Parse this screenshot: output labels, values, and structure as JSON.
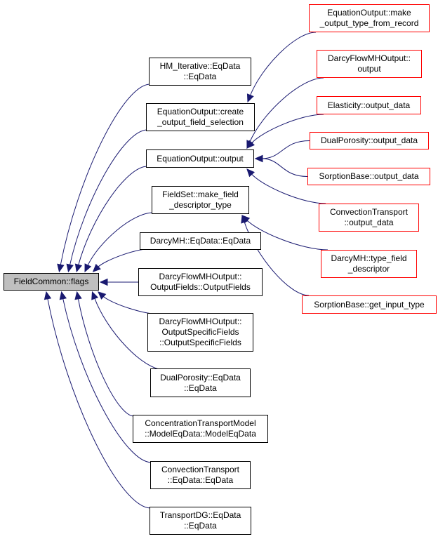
{
  "diagram": {
    "root": {
      "id": "root",
      "label": "FieldCommon::flags"
    },
    "nodes": [
      {
        "id": "hm",
        "label": "HM_Iterative::EqData\n::EqData",
        "style": "black"
      },
      {
        "id": "create",
        "label": "EquationOutput::create\n_output_field_selection",
        "style": "black"
      },
      {
        "id": "output",
        "label": "EquationOutput::output",
        "style": "black"
      },
      {
        "id": "fieldset",
        "label": "FieldSet::make_field\n_descriptor_type",
        "style": "black"
      },
      {
        "id": "darcymh",
        "label": "DarcyMH::EqData::EqData",
        "style": "black"
      },
      {
        "id": "outfields",
        "label": "DarcyFlowMHOutput::\nOutputFields::OutputFields",
        "style": "black"
      },
      {
        "id": "outspec",
        "label": "DarcyFlowMHOutput::\nOutputSpecificFields\n::OutputSpecificFields",
        "style": "black"
      },
      {
        "id": "dualeq",
        "label": "DualPorosity::EqData\n::EqData",
        "style": "black"
      },
      {
        "id": "conc",
        "label": "ConcentrationTransportModel\n::ModelEqData::ModelEqData",
        "style": "black"
      },
      {
        "id": "conveq",
        "label": "ConvectionTransport\n::EqData::EqData",
        "style": "black"
      },
      {
        "id": "tdg",
        "label": "TransportDG::EqData\n::EqData",
        "style": "black"
      },
      {
        "id": "makeout",
        "label": "EquationOutput::make\n_output_type_from_record",
        "style": "red"
      },
      {
        "id": "dfout",
        "label": "DarcyFlowMHOutput::\noutput",
        "style": "red"
      },
      {
        "id": "elast",
        "label": "Elasticity::output_data",
        "style": "red"
      },
      {
        "id": "dualout",
        "label": "DualPorosity::output_data",
        "style": "red"
      },
      {
        "id": "sorpout",
        "label": "SorptionBase::output_data",
        "style": "red"
      },
      {
        "id": "convout",
        "label": "ConvectionTransport\n::output_data",
        "style": "red"
      },
      {
        "id": "typefield",
        "label": "DarcyMH::type_field\n_descriptor",
        "style": "red"
      },
      {
        "id": "getinput",
        "label": "SorptionBase::get_input_type",
        "style": "red"
      }
    ],
    "edges": [
      [
        "hm",
        "root"
      ],
      [
        "create",
        "root"
      ],
      [
        "output",
        "root"
      ],
      [
        "fieldset",
        "root"
      ],
      [
        "darcymh",
        "root"
      ],
      [
        "outfields",
        "root"
      ],
      [
        "outspec",
        "root"
      ],
      [
        "dualeq",
        "root"
      ],
      [
        "conc",
        "root"
      ],
      [
        "conveq",
        "root"
      ],
      [
        "tdg",
        "root"
      ],
      [
        "makeout",
        "create"
      ],
      [
        "dfout",
        "output"
      ],
      [
        "elast",
        "output"
      ],
      [
        "dualout",
        "output"
      ],
      [
        "sorpout",
        "output"
      ],
      [
        "convout",
        "output"
      ],
      [
        "typefield",
        "fieldset"
      ],
      [
        "getinput",
        "fieldset"
      ]
    ],
    "edge_color": "#191970"
  }
}
